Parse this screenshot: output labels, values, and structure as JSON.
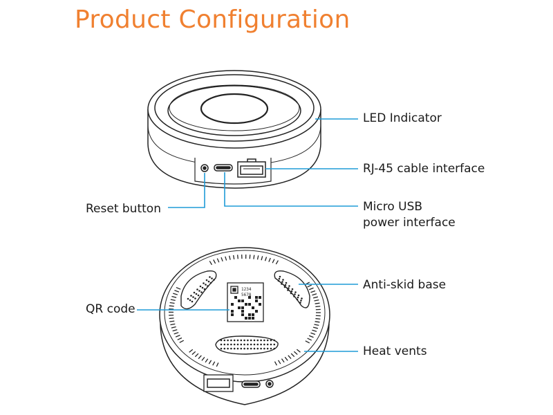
{
  "title": "Product Configuration",
  "accent_color": "#f08030",
  "line_color": "#1e9bd7",
  "labels": {
    "led_indicator": "LED Indicator",
    "rj45": "RJ-45 cable interface",
    "reset_button": "Reset button",
    "micro_usb_line1": "Micro USB",
    "micro_usb_line2": "power interface",
    "anti_skid": "Anti-skid base",
    "qr_code": "QR code",
    "heat_vents": "Heat vents"
  },
  "qr_numbers": {
    "line1": "1234",
    "line2": "5678"
  }
}
